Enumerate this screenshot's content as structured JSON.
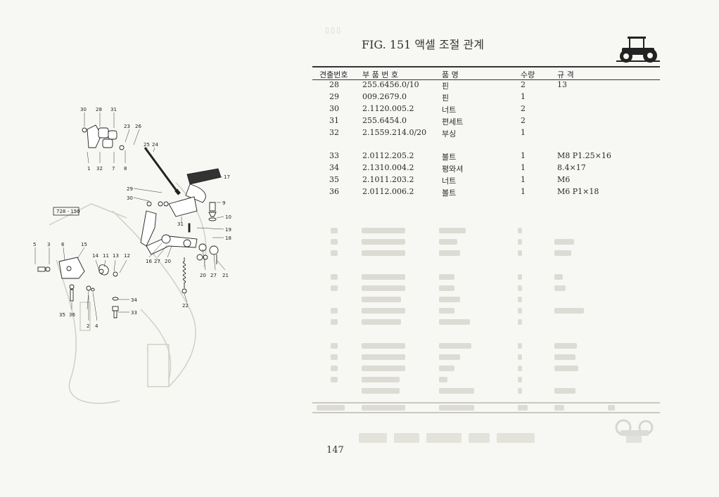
{
  "page": {
    "figure_title": "FIG. 151 액셀 조절 관계",
    "page_number": "147",
    "headers": {
      "no": "견출번호",
      "part_no": "부 품 번 호",
      "name": "품      명",
      "qty": "수량",
      "spec": "규              격"
    },
    "rows": [
      {
        "no": "28",
        "part_no": "255.6456.0/10",
        "name": "핀",
        "qty": "2",
        "spec": "13"
      },
      {
        "no": "29",
        "part_no": "009.2679.0",
        "name": "핀",
        "qty": "1",
        "spec": ""
      },
      {
        "no": "30",
        "part_no": "2.1120.005.2",
        "name": "너트",
        "qty": "2",
        "spec": ""
      },
      {
        "no": "31",
        "part_no": "255.6454.0",
        "name": "편세트",
        "qty": "2",
        "spec": ""
      },
      {
        "no": "32",
        "part_no": "2.1559.214.0/20",
        "name": "부싱",
        "qty": "1",
        "spec": ""
      },
      {
        "no": "33",
        "part_no": "2.0112.205.2",
        "name": "볼트",
        "qty": "1",
        "spec": "M8 P1.25×16"
      },
      {
        "no": "34",
        "part_no": "2.1310.004.2",
        "name": "평와셔",
        "qty": "1",
        "spec": "8.4×17"
      },
      {
        "no": "35",
        "part_no": "2.1011.203.2",
        "name": "너트",
        "qty": "1",
        "spec": "M6"
      },
      {
        "no": "36",
        "part_no": "2.0112.006.2",
        "name": "볼트",
        "qty": "1",
        "spec": "M6 P1×18"
      }
    ]
  },
  "diagram": {
    "ref_box": "728 - 150",
    "callouts": [
      "30",
      "28",
      "31",
      "23",
      "26",
      "25",
      "24",
      "1",
      "32",
      "7",
      "8",
      "17",
      "29",
      "30",
      "9",
      "10",
      "31",
      "19",
      "18",
      "5",
      "3",
      "6",
      "15",
      "14",
      "11",
      "13",
      "12",
      "16",
      "27",
      "20",
      "20",
      "27",
      "21",
      "34",
      "33",
      "22",
      "35",
      "36",
      "2",
      "4"
    ]
  }
}
